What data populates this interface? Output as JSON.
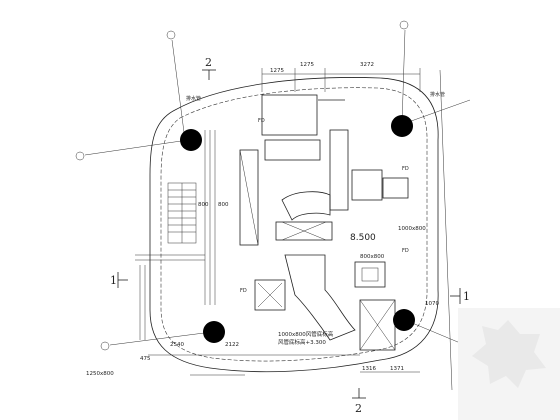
{
  "dimensions": {
    "top_1275a": "1275",
    "top_1275b": "1275",
    "top_3272": "3272",
    "left_800a": "800",
    "left_800b": "800",
    "bottom_2122": "2122",
    "bottom_2540": "2540",
    "bottom_475": "475",
    "bottom_1316": "1316",
    "bottom_1371": "1371",
    "bottom_1250x800": "1250x800",
    "right_1070": "1070",
    "right_800x800": "800x800",
    "right_1000x800": "1000x800"
  },
  "labels": {
    "pipe_label_left": "排水管",
    "pipe_label_right": "排水管",
    "elevation": "8.500",
    "duct_note_1": "1000x800风管底标高",
    "duct_note_2": "风管底标高+3.300",
    "fd_1": "FD",
    "fd_2": "FD",
    "fd_3": "FD",
    "fd_4": "FD",
    "section_1_left": "1",
    "section_1_right": "1",
    "section_2_top": "2",
    "section_2_bottom": "2"
  },
  "colors": {
    "line": "#222222",
    "column": "#000000",
    "watermark": "#e9e9e9"
  }
}
